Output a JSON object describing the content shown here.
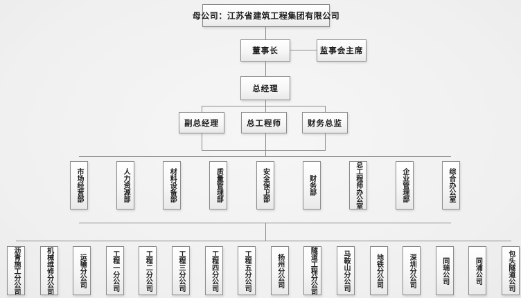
{
  "org": {
    "parent_company": "母公司：江苏省建筑工程集团有限公司",
    "chairman": "董事长",
    "supervisory_board_chairman": "监事会主席",
    "general_manager": "总经理",
    "executives": [
      "副总经理",
      "总工程师",
      "财务总监"
    ],
    "departments": [
      "市场经营部",
      "人力资源部",
      "材料设备部",
      "质量管理部",
      "安全保卫部",
      "财务部",
      "总工程师办公室",
      "企业管理部",
      "综合办公室"
    ],
    "branches": [
      "沥青施工分公司",
      "机械维修分公司",
      "运输分公司",
      "工程一分公司",
      "工程二分公司",
      "工程三分公司",
      "工程四分公司",
      "工程五分公司",
      "扬州分公司",
      "隧道工程分公司",
      "马鞍山分公司",
      "地铁分公司",
      "深圳分公司",
      "同瑞公司",
      "同浦公司",
      "包头隧道公司"
    ]
  },
  "colors": {
    "background": "#f2f2f2",
    "box_border": "#8a8a8a",
    "box_fill_top": "#ffffff",
    "box_fill_bottom": "#e9e9e9",
    "connector_line": "#8a8a8a",
    "text": "#1c1c1c"
  }
}
